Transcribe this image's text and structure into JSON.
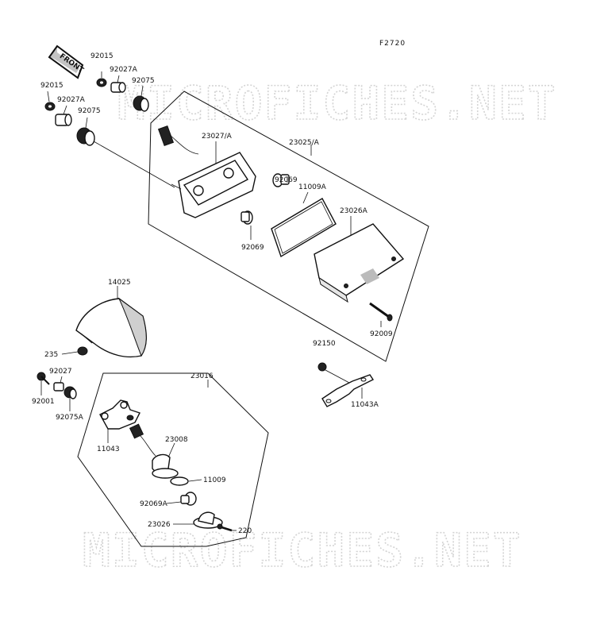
{
  "diagram": {
    "ref_code": "F2720",
    "watermark": "MICROFICHES.NET",
    "front_label": "FRONT",
    "labels": {
      "p92015_a": "92015",
      "p92027a_a": "92027A",
      "p92075_a": "92075",
      "p92015_b": "92015",
      "p92027a_b": "92027A",
      "p92075_b": "92075",
      "p23027a": "23027/A",
      "p23025a": "23025/A",
      "p92069_a": "92069",
      "p11009a": "11009A",
      "p23026a": "23026A",
      "p92069_b": "92069",
      "p92009": "92009",
      "p14025": "14025",
      "p235": "235",
      "p92150": "92150",
      "p11043a": "11043A",
      "p92027": "92027",
      "p23016": "23016",
      "p92001": "92001",
      "p92075a": "92075A",
      "p11043": "11043",
      "p23008": "23008",
      "p11009": "11009",
      "p92069a": "92069A",
      "p23026": "23026",
      "p220": "220"
    }
  }
}
